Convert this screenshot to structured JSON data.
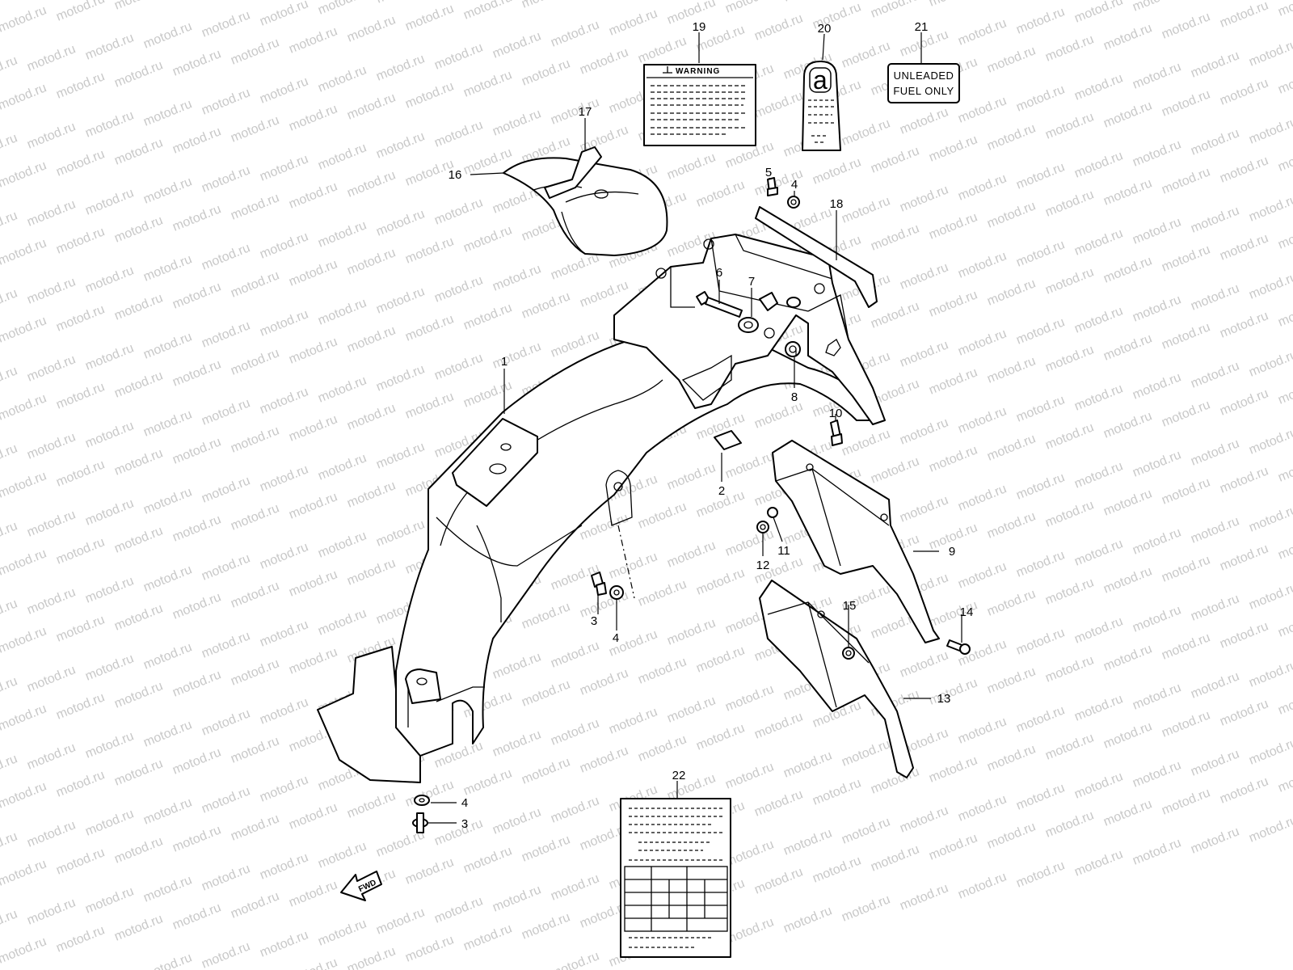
{
  "watermark": {
    "text": "motod.ru",
    "color": "#c8c8c8"
  },
  "labels": {
    "warning": "WARNING",
    "letter_a": "a",
    "unleaded_line1": "UNLEADED",
    "unleaded_line2": "FUEL ONLY",
    "fwd": "FWD"
  },
  "callouts": {
    "c1": "1",
    "c2": "2",
    "c3a": "3",
    "c3b": "3",
    "c4a": "4",
    "c4b": "4",
    "c4c": "4",
    "c5": "5",
    "c6": "6",
    "c7": "7",
    "c8": "8",
    "c9": "9",
    "c10": "10",
    "c11": "11",
    "c12": "12",
    "c13": "13",
    "c14": "14",
    "c15": "15",
    "c16": "16",
    "c17": "17",
    "c18": "18",
    "c19": "19",
    "c20": "20",
    "c21": "21",
    "c22": "22"
  },
  "icons": [
    "fwd-arrow-icon",
    "warning-icon"
  ]
}
